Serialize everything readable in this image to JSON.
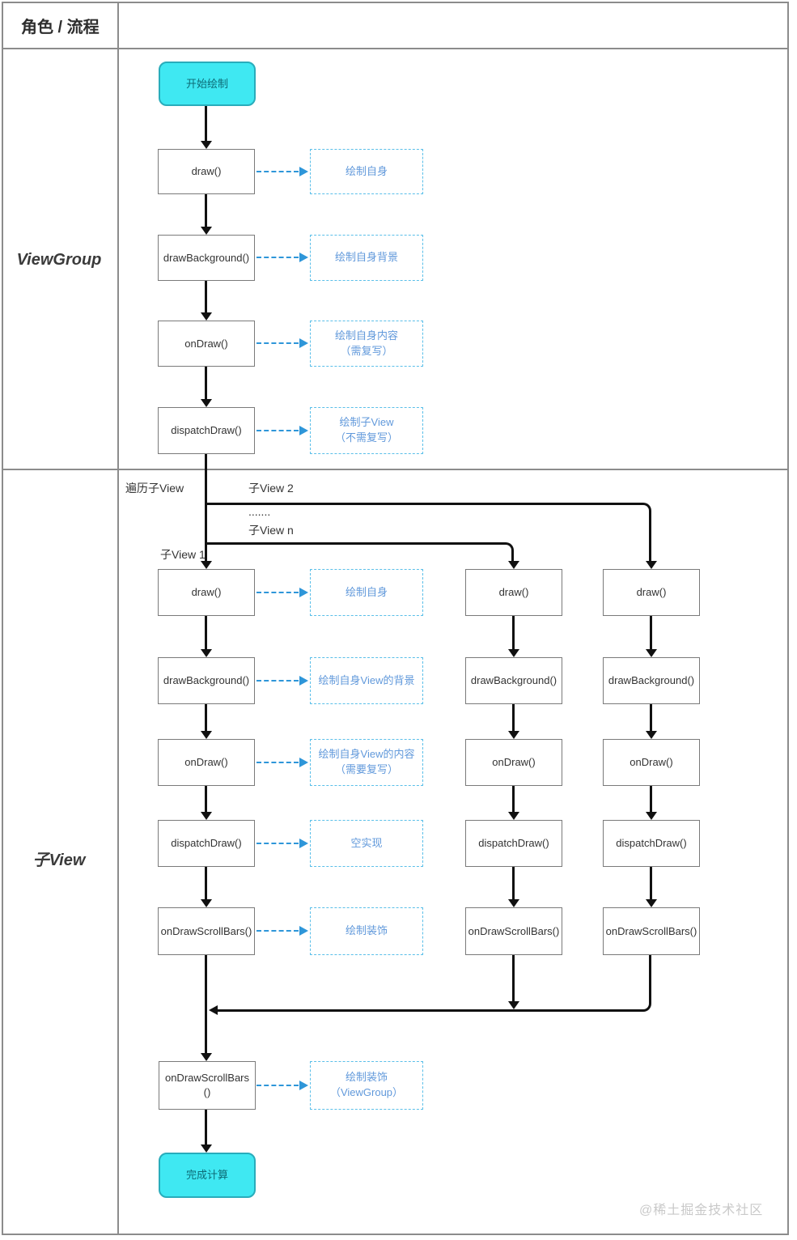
{
  "header": {
    "title": "角色 / 流程"
  },
  "lanes": {
    "viewgroup_label": "ViewGroup",
    "subview_label": "子View"
  },
  "viewgroup": {
    "start_label": "开始绘制",
    "steps": [
      {
        "method": "draw()",
        "note": "绘制自身"
      },
      {
        "method": "drawBackground()",
        "note": "绘制自身背景"
      },
      {
        "method": "onDraw()",
        "note": "绘制自身内容\n（需复写）"
      },
      {
        "method": "dispatchDraw()",
        "note": "绘制子View\n（不需复写）"
      }
    ]
  },
  "subview": {
    "iterate_label": "遍历子View",
    "branch_labels": {
      "child1": "子View 1",
      "child2": "子View 2",
      "dots": ".......",
      "childn": "子View n"
    },
    "col1": [
      {
        "method": "draw()",
        "note": "绘制自身"
      },
      {
        "method": "drawBackground()",
        "note": "绘制自身View的背景"
      },
      {
        "method": "onDraw()",
        "note": "绘制自身View的内容\n（需要复写）"
      },
      {
        "method": "dispatchDraw()",
        "note": "空实现"
      },
      {
        "method": "onDrawScrollBars()",
        "note": "绘制装饰"
      }
    ],
    "col2": [
      "draw()",
      "drawBackground()",
      "onDraw()",
      "dispatchDraw()",
      "onDrawScrollBars()"
    ],
    "col3": [
      "draw()",
      "drawBackground()",
      "onDraw()",
      "dispatchDraw()",
      "onDrawScrollBars()"
    ],
    "final_step": {
      "method": "onDrawScrollBars\n()",
      "note": "绘制装饰\n（ViewGroup）"
    },
    "end_label": "完成计算"
  },
  "watermark": "@稀土掘金技术社区",
  "colors": {
    "terminal_fill": "#3fe8f2",
    "terminal_border": "#29acbb",
    "terminal_text": "#0d6b76",
    "note_border": "#5abfe9",
    "note_text": "#6199db",
    "dashed_arrow": "#2e96d9",
    "flow_line": "#111111",
    "grid_line": "#8c8c8c",
    "box_border": "#7a7a7a"
  }
}
